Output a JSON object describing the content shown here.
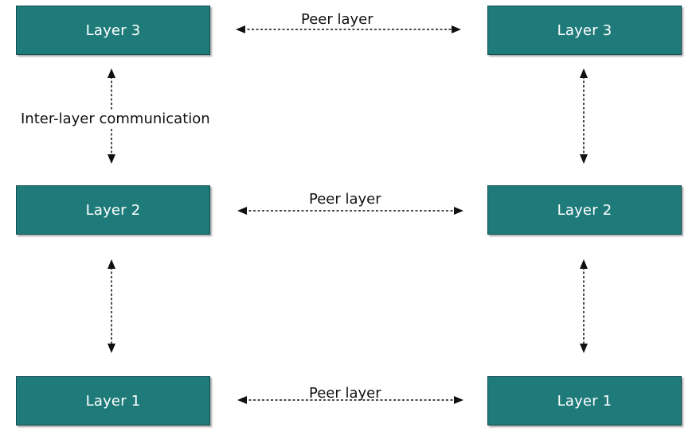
{
  "diagram": {
    "left_stack": {
      "layer3": "Layer 3",
      "layer2": "Layer 2",
      "layer1": "Layer 1"
    },
    "right_stack": {
      "layer3": "Layer 3",
      "layer2": "Layer 2",
      "layer1": "Layer 1"
    },
    "peer_labels": [
      "Peer layer",
      "Peer layer",
      "Peer layer"
    ],
    "inter_layer_label": "Inter-layer communication",
    "colors": {
      "box_fill": "#1f7b7a",
      "box_border": "#0f4f4f",
      "arrow": "#111111"
    }
  }
}
